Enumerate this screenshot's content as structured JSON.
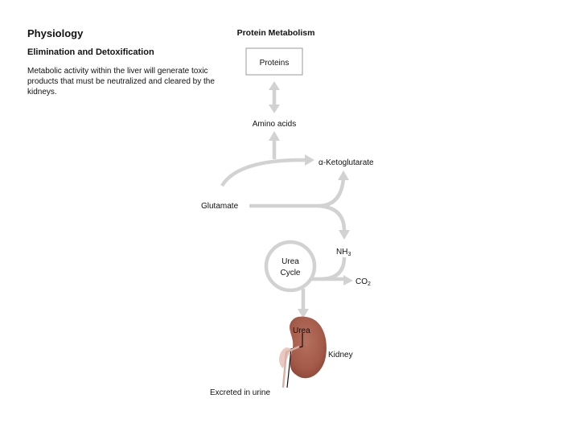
{
  "header": {
    "title": "Physiology",
    "subtitle": "Elimination and Detoxification",
    "description": "Metabolic activity within the liver will generate toxic products that must be neutralized and cleared by the kidneys."
  },
  "diagram": {
    "heading": "Protein Metabolism",
    "proteins": "Proteins",
    "amino_acids": "Amino acids",
    "ketoglutarate": "α-Ketoglutarate",
    "glutamate": "Glutamate",
    "nh3": "NH",
    "nh3_sub": "3",
    "urea_cycle_line1": "Urea",
    "urea_cycle_line2": "Cycle",
    "co2": "CO",
    "co2_sub": "2",
    "urea": "Urea",
    "kidney": "Kidney",
    "excreted": "Excreted in urine"
  },
  "colors": {
    "arrow": "#d2d2d2",
    "kidney": "#a45a49",
    "box_border": "#999999"
  }
}
